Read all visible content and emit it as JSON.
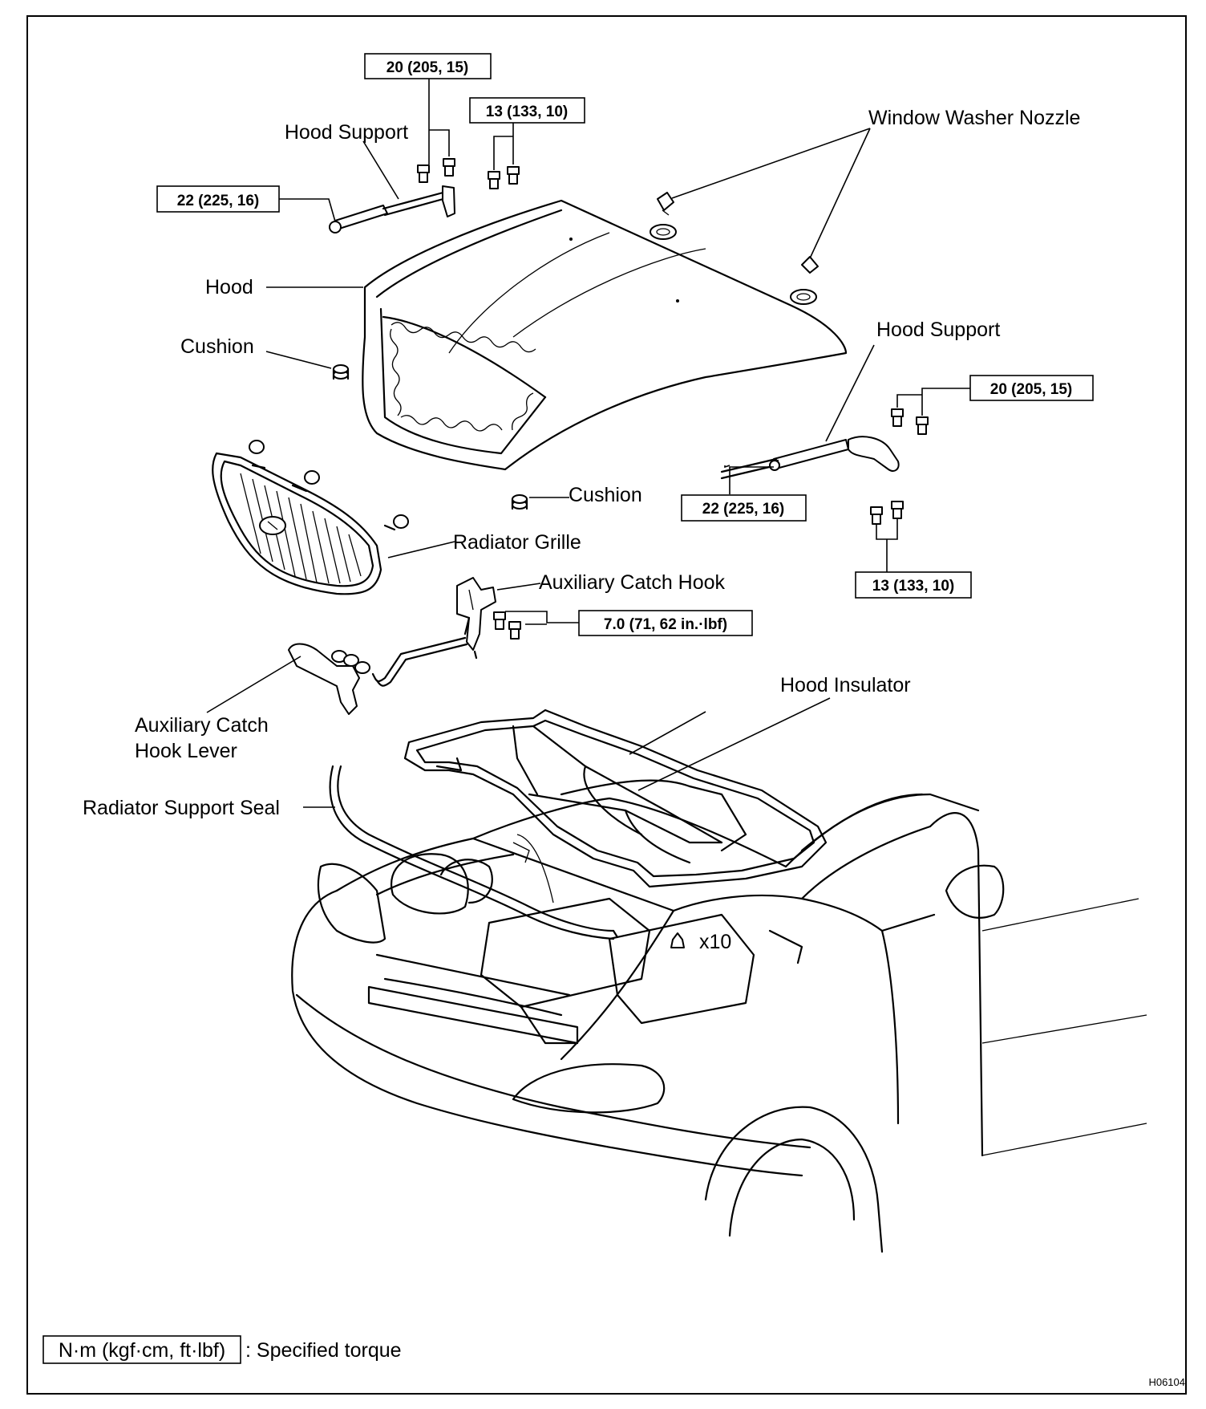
{
  "labels": {
    "hood_support_left": "Hood Support",
    "hood_support_right": "Hood Support",
    "window_washer_nozzle": "Window Washer Nozzle",
    "hood": "Hood",
    "cushion_left": "Cushion",
    "cushion_center": "Cushion",
    "radiator_grille": "Radiator Grille",
    "auxiliary_catch_hook": "Auxiliary Catch Hook",
    "hood_insulator": "Hood Insulator",
    "aux_catch_hook_lever_line1": "Auxiliary Catch",
    "aux_catch_hook_lever_line2": "Hook Lever",
    "radiator_support_seal": "Radiator Support Seal",
    "clip_count": "x10"
  },
  "torques": {
    "support_bolt_top": "20 (205, 15)",
    "nozzle_area_bolt": "13 (133, 10)",
    "support_left_end": "22 (225, 16)",
    "support_bolt_right": "20 (205, 15)",
    "support_right_end": "22 (225, 16)",
    "hinge_bolt_right": "13 (133, 10)",
    "catch_hook_bolt": "7.0 (71, 62 in.·lbf)"
  },
  "legend": {
    "unit_box": "N·m (kgf·cm, ft·lbf)",
    "description": ": Specified torque"
  },
  "figure_code": "H06104"
}
